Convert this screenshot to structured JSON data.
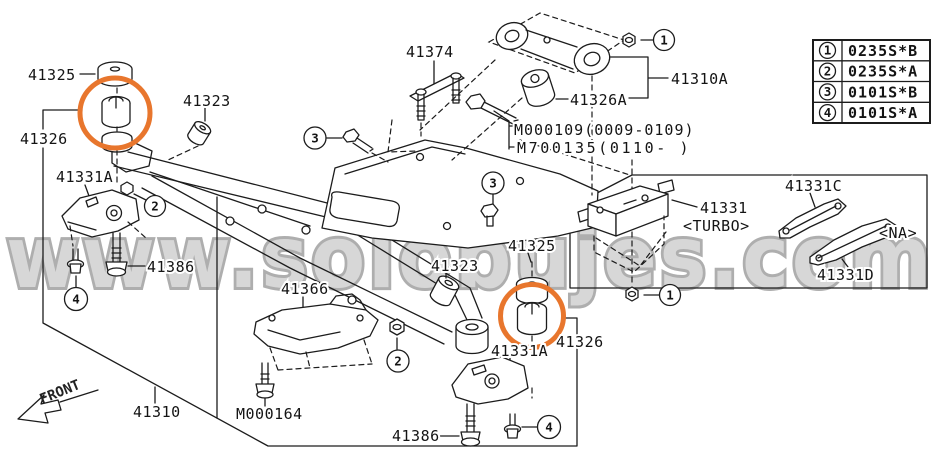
{
  "watermark_text": "www.solobujes.com",
  "legend": {
    "rows": [
      {
        "num": "1",
        "code": "0235S*B"
      },
      {
        "num": "2",
        "code": "0235S*A"
      },
      {
        "num": "3",
        "code": "0101S*B"
      },
      {
        "num": "4",
        "code": "0101S*A"
      }
    ]
  },
  "callouts": {
    "c1": "1",
    "c2": "2",
    "c3": "3",
    "c4": "4"
  },
  "labels": {
    "p41325_top": "41325",
    "p41326_top": "41326",
    "p41323_top": "41323",
    "p41331A_top": "41331A",
    "p41386_left": "41386",
    "p41374": "41374",
    "p41310A": "41310A",
    "p41326A": "41326A",
    "m000109": "M000109(0009-0109)",
    "m700135": "M700135(0110-   )",
    "p41331": "41331",
    "turbo": "<TURBO>",
    "p41331C": "41331C",
    "na": "<NA>",
    "p41331D": "41331D",
    "p41325_bot": "41325",
    "p41323_bot": "41323",
    "p41326_bot": "41326",
    "p41331A_bot": "41331A",
    "p41366": "41366",
    "p41310": "41310",
    "m000164": "M000164",
    "p41386_bot": "41386",
    "front": "FRONT"
  },
  "colors": {
    "highlight_circle": "#e8762d",
    "line": "#1c1c1c",
    "watermark": "#cecece"
  }
}
